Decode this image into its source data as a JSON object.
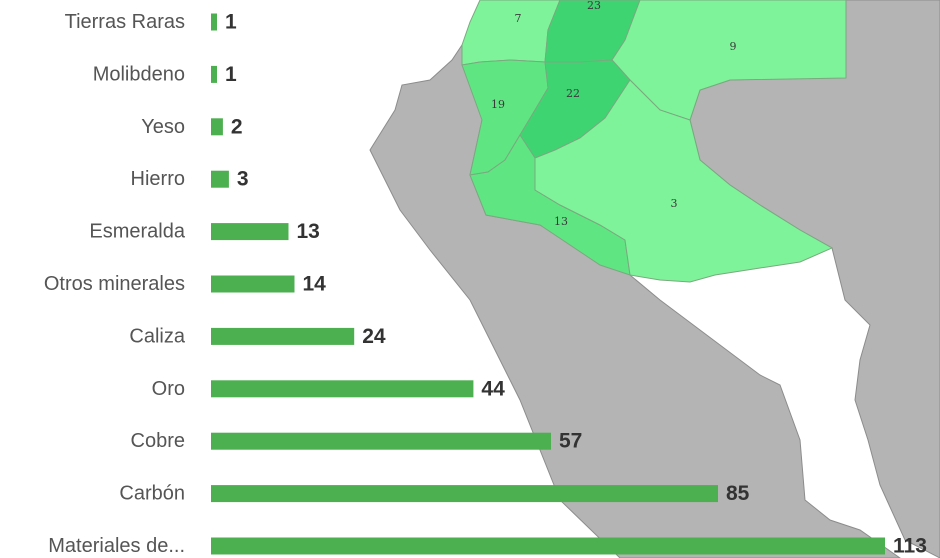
{
  "colors": {
    "bar": "#4caf50",
    "region_light": "#7ef39a",
    "region_mid": "#5fe683",
    "region_dark": "#3fd472",
    "land_gray": "#b4b4b4",
    "background": "#ffffff"
  },
  "map": {
    "regions": [
      {
        "id": "north-west",
        "label": "7",
        "shade": "light"
      },
      {
        "id": "north-center",
        "label": "23",
        "shade": "dark"
      },
      {
        "id": "north-east",
        "label": "9",
        "shade": "light"
      },
      {
        "id": "west",
        "label": "19",
        "shade": "mid"
      },
      {
        "id": "center",
        "label": "22",
        "shade": "dark"
      },
      {
        "id": "south-west",
        "label": "13",
        "shade": "mid"
      },
      {
        "id": "south-east",
        "label": "3",
        "shade": "light"
      }
    ]
  },
  "chart_data": {
    "type": "bar",
    "orientation": "horizontal",
    "categories": [
      "Tierras Raras",
      "Molibdeno",
      "Yeso",
      "Hierro",
      "Esmeralda",
      "Otros minerales",
      "Caliza",
      "Oro",
      "Cobre",
      "Carbón",
      "Materiales de..."
    ],
    "values": [
      1,
      1,
      2,
      3,
      13,
      14,
      24,
      44,
      57,
      85,
      113
    ],
    "value_labels": [
      "1",
      "1",
      "2",
      "3",
      "13",
      "14",
      "24",
      "44",
      "57",
      "85",
      "113"
    ],
    "xlim": [
      0,
      113
    ],
    "grid": false,
    "legend": "none"
  }
}
